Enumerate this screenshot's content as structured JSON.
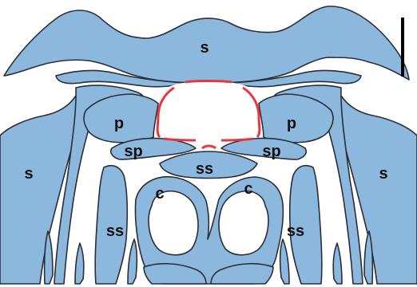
{
  "colors": {
    "bone_fill": "#8DB8DE",
    "outline": "#2A2E38",
    "highlight": "#E8363F",
    "background": "#FFFFFF"
  },
  "labels": {
    "s_top": "s",
    "s_left": "s",
    "s_right": "s",
    "p_left": "p",
    "p_right": "p",
    "sp_left": "sp",
    "sp_right": "sp",
    "ss_center": "ss",
    "ss_left": "ss",
    "ss_right": "ss",
    "c_left": "c",
    "c_right": "c"
  }
}
